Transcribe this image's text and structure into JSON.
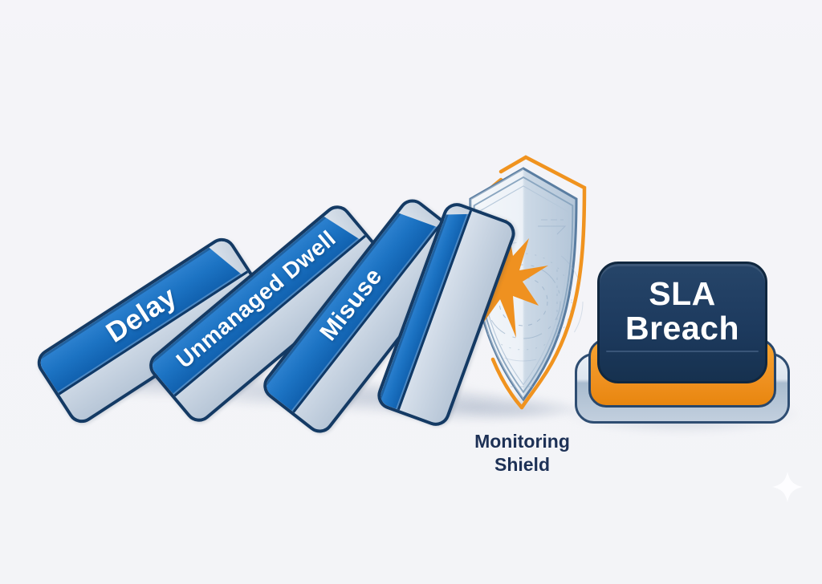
{
  "canvas": {
    "background_color": "#f4f4f8",
    "description": "Domino-effect illustration: cascading incidents stopped by a monitoring shield before hitting the SLA breach button"
  },
  "dominoes": {
    "items": [
      {
        "label": "Delay"
      },
      {
        "label": "Unmanaged Dwell"
      },
      {
        "label": "Misuse"
      },
      {
        "label": ""
      }
    ],
    "face_color": "#1c73c3",
    "side_color": "#c5d1e0",
    "outline_color": "#143a64",
    "label_color": "#ffffff"
  },
  "shield": {
    "caption": "Monitoring Shield",
    "caption_color": "#1d3156",
    "body_light_color": "#eef3f9",
    "body_dark_color": "#b3c5d8",
    "outline_color": "#5a7da1",
    "accent_outline_color": "#f0931f"
  },
  "impact": {
    "starburst_color": "#ef9120"
  },
  "sla_button": {
    "label": "SLA Breach",
    "cap_color": "#1d3a5e",
    "ring_color": "#ef9120",
    "base_color": "#c2cfde",
    "label_color": "#ffffff"
  },
  "decor": {
    "sparkle_color": "#fdfdff"
  }
}
